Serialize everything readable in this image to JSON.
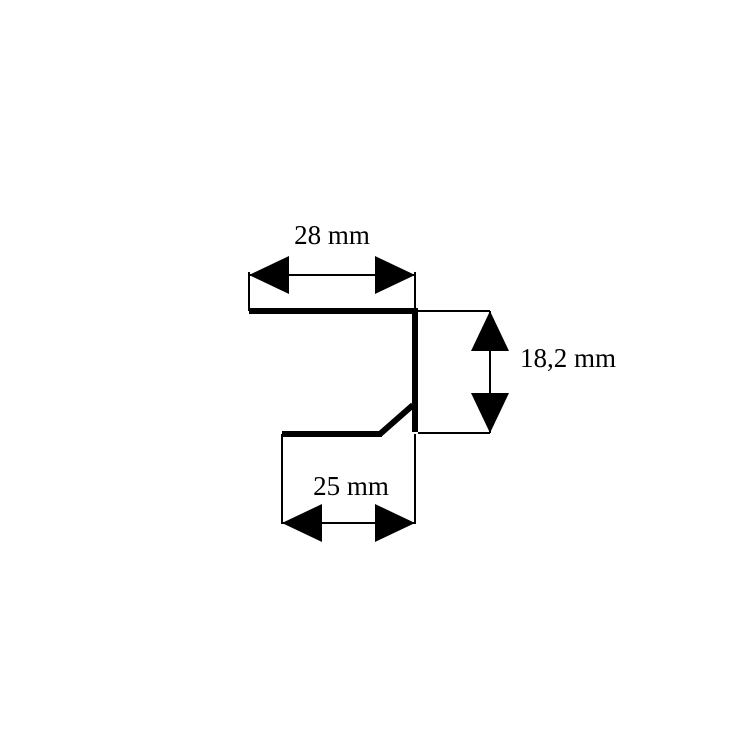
{
  "diagram": {
    "colors": {
      "background": "#ffffff",
      "stroke": "#000000"
    },
    "dimensions": {
      "top_width": "28 mm",
      "height": "18,2 mm",
      "bottom_width": "25 mm"
    }
  }
}
